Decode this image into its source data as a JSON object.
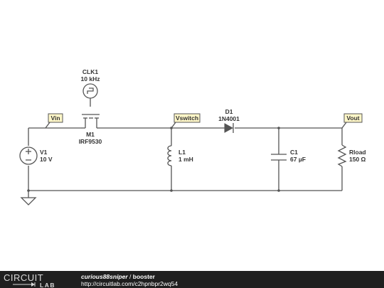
{
  "components": {
    "clk": {
      "name": "CLK1",
      "value": "10 kHz"
    },
    "mosfet": {
      "name": "M1",
      "value": "IRF9530"
    },
    "diode": {
      "name": "D1",
      "value": "1N4001"
    },
    "source": {
      "name": "V1",
      "value": "10 V"
    },
    "inductor": {
      "name": "L1",
      "value": "1 mH"
    },
    "capacitor": {
      "name": "C1",
      "value": "67 µF"
    },
    "load": {
      "name": "Rload",
      "value": "150 Ω"
    }
  },
  "nets": {
    "vin": "Vin",
    "vswitch": "Vswitch",
    "vout": "Vout"
  },
  "footer": {
    "logo_top": "CIRCUIT",
    "logo_bottom": "LAB",
    "author": "curious88sniper",
    "separator": " / ",
    "title": "booster",
    "url": "http://circuitlab.com/c2hpnbpr2wq54"
  },
  "colors": {
    "wire": "#555555",
    "net_label_bg": "#fff7c8",
    "footer_bg": "#1f1f1f"
  }
}
